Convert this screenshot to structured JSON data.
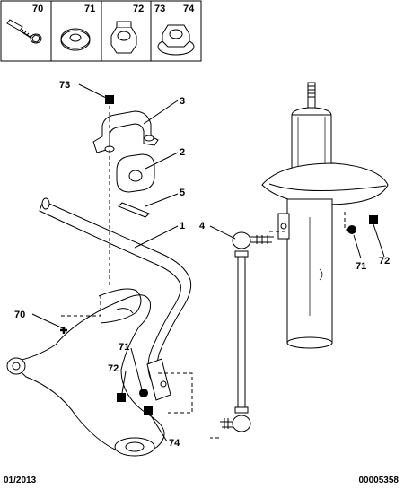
{
  "legend": {
    "cells": [
      {
        "label": "70",
        "icon": "screw-icon"
      },
      {
        "label": "71",
        "icon": "washer-icon"
      },
      {
        "label": "72",
        "icon": "nut-icon"
      },
      {
        "label": "73",
        "icon": "flanged-nut-icon"
      },
      {
        "label": "74",
        "icon": "flanged-nut-icon"
      }
    ]
  },
  "callouts": {
    "c73": "73",
    "c3": "3",
    "c2": "2",
    "c5": "5",
    "c1": "1",
    "c4": "4",
    "c70": "70",
    "c71_left": "71",
    "c72_left": "72",
    "c74_left": "74",
    "c71_right": "71",
    "c72_right": "72"
  },
  "footer": {
    "left": "01/2013",
    "right": "00005358"
  }
}
